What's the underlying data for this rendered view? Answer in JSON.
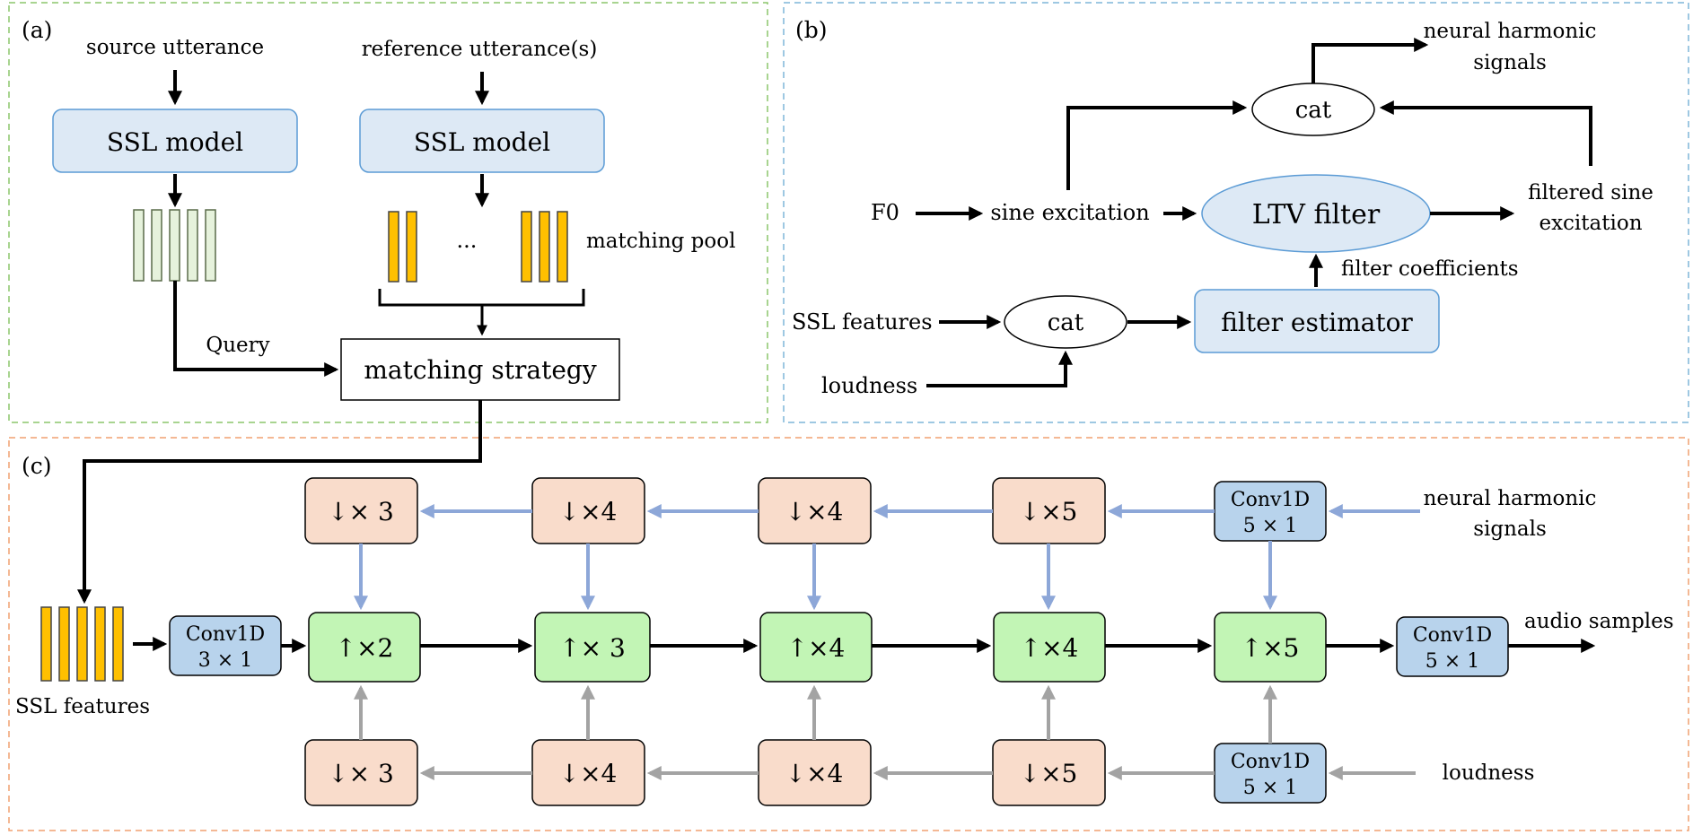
{
  "panels": {
    "a": "(a)",
    "b": "(b)",
    "c": "(c)"
  },
  "a": {
    "source_utterance": "source utterance",
    "reference_utterances": "reference utterance(s)",
    "ssl_model_left": "SSL model",
    "ssl_model_right": "SSL model",
    "ellipsis": "...",
    "matching_pool": "matching pool",
    "query": "Query",
    "matching_strategy": "matching strategy"
  },
  "b": {
    "neural_harmonic_1": "neural harmonic",
    "neural_harmonic_2": "signals",
    "cat_top": "cat",
    "f0": "F0",
    "sine_excitation": "sine excitation",
    "ltv_filter": "LTV filter",
    "filtered_sine_1": "filtered sine",
    "filtered_sine_2": "excitation",
    "filter_coefficients": "filter coefficients",
    "ssl_features": "SSL features",
    "cat_bottom": "cat",
    "filter_estimator": "filter estimator",
    "loudness": "loudness"
  },
  "c": {
    "ssl_features": "SSL features",
    "conv_in_1": "Conv1D",
    "conv_in_2": "3 × 1",
    "up_blocks": [
      "↑×2",
      "↑× 3",
      "↑×4",
      "↑×4",
      "↑×5"
    ],
    "down_top": [
      "↓× 3",
      "↓×4",
      "↓×4",
      "↓×5"
    ],
    "down_bottom": [
      "↓× 3",
      "↓×4",
      "↓×4",
      "↓×5"
    ],
    "conv_top_1": "Conv1D",
    "conv_top_2": "5 × 1",
    "conv_bottom_1": "Conv1D",
    "conv_bottom_2": "5 × 1",
    "conv_out_1": "Conv1D",
    "conv_out_2": "5 × 1",
    "neural_harmonic_1": "neural harmonic",
    "neural_harmonic_2": "signals",
    "loudness": "loudness",
    "audio_samples": "audio samples"
  },
  "colors": {
    "ssl_box": "#dde9f5",
    "ssl_box_stroke": "#5b9bd5",
    "feature_green": "#e6f2dc",
    "feature_orange": "#ffc000",
    "down_block": "#f9dccb",
    "up_block": "#c2f5b5",
    "conv_block": "#b8d3ec",
    "arrow_blue": "#8da7d8",
    "arrow_gray": "#a3a3a3"
  }
}
